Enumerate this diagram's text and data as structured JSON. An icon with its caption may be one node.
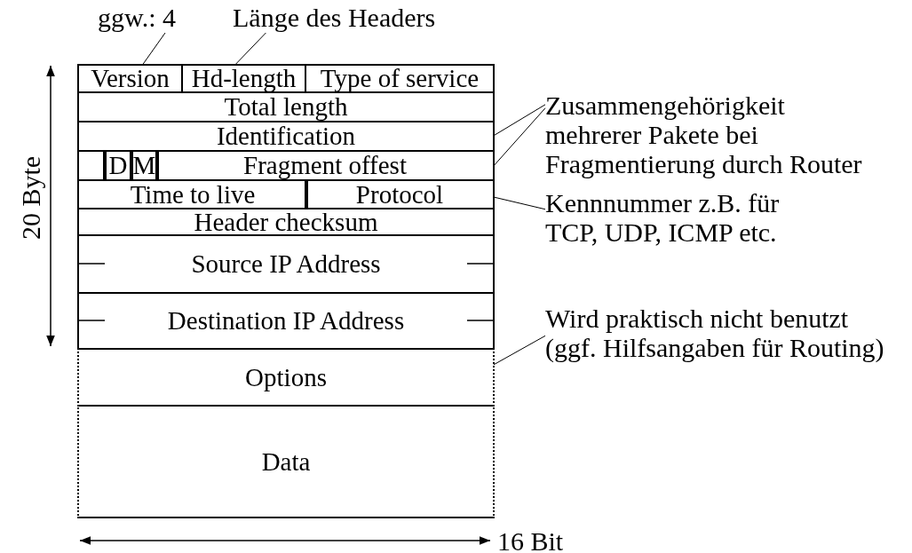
{
  "diagram": {
    "nodes": [
      {
        "text": [
          "ggw.: 4"
        ]
      },
      {
        "text": [
          "Länge des Headers"
        ]
      },
      {
        "text": [
          "Version"
        ]
      },
      {
        "text": [
          "Hd-length"
        ]
      },
      {
        "text": [
          "Type of service"
        ]
      },
      {
        "text": [
          "Total length"
        ]
      },
      {
        "text": [
          "Identification"
        ]
      },
      {
        "text": [],
        "shape": "box"
      },
      {
        "text": [
          "D"
        ]
      },
      {
        "text": [
          "M"
        ]
      },
      {
        "text": [
          "Fragment offest"
        ]
      },
      {
        "text": [
          "Time to live"
        ]
      },
      {
        "text": [
          "Protocol"
        ]
      },
      {
        "text": [
          "Header checksum"
        ]
      },
      {
        "text": [
          "Source IP Address"
        ]
      },
      {
        "text": [
          "Destination IP Address"
        ]
      },
      {
        "text": [
          "Options"
        ]
      },
      {
        "text": [
          "Data"
        ]
      },
      {
        "text": [
          "Zusammengehörigkeit mehrerer Pakete bei Fragmentierung durch Router"
        ]
      },
      {
        "text": [
          "Kennnummer z.B. für TCP, UDP, ICMP etc."
        ]
      },
      {
        "text": [
          "Wird praktisch nicht benutzt (ggf. Hilfsangaben für Routing)"
        ]
      }
    ],
    "edges": [
      {
        "from": 0,
        "to": 2,
        "arrow": "none"
      },
      {
        "from": 1,
        "to": 3,
        "arrow": "none"
      },
      {
        "from": 18,
        "to": 6,
        "arrow": "none"
      },
      {
        "from": 18,
        "to": 10,
        "arrow": "none"
      },
      {
        "from": 19,
        "to": 12,
        "arrow": "none"
      },
      {
        "from": 20,
        "to": 16,
        "arrow": "none"
      }
    ],
    "labels": [
      "20 Byte",
      "16 Bit"
    ]
  }
}
